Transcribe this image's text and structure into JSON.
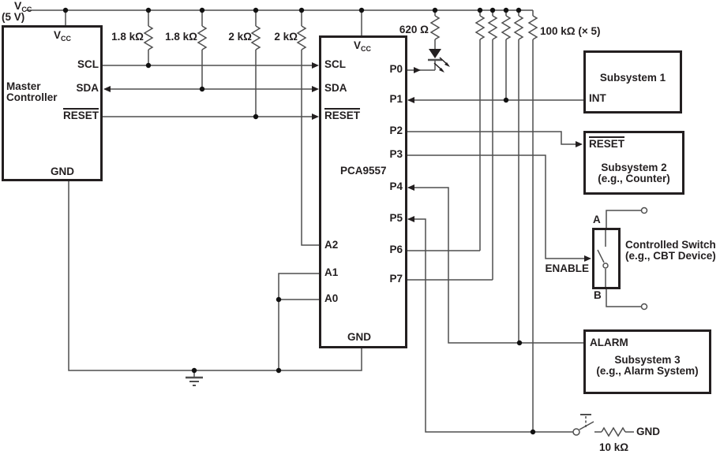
{
  "power_rail": {
    "vcc": "V",
    "vcc_sub": "CC",
    "voltage": "(5 V)"
  },
  "resistors": {
    "scl_pullup": "1.8 kΩ",
    "sda_pullup": "1.8 kΩ",
    "reset_pullup": "2 kΩ",
    "a2_pullup": "2 kΩ",
    "led_resistor": "620 Ω",
    "port_pullups": "100 kΩ (× 5)",
    "switch_pulldown": "10 kΩ"
  },
  "master_controller": {
    "name_line1": "Master",
    "name_line2": "Controller",
    "pin_vcc": "V",
    "pin_vcc_sub": "CC",
    "pin_scl": "SCL",
    "pin_sda": "SDA",
    "pin_reset": "RESET",
    "pin_gnd": "GND"
  },
  "pca9557": {
    "part_number": "PCA9557",
    "pin_vcc": "V",
    "pin_vcc_sub": "CC",
    "pin_scl": "SCL",
    "pin_sda": "SDA",
    "pin_reset": "RESET",
    "pin_p0": "P0",
    "pin_p1": "P1",
    "pin_p2": "P2",
    "pin_p3": "P3",
    "pin_p4": "P4",
    "pin_p5": "P5",
    "pin_p6": "P6",
    "pin_p7": "P7",
    "pin_a2": "A2",
    "pin_a1": "A1",
    "pin_a0": "A0",
    "pin_gnd": "GND"
  },
  "subsystem1": {
    "title": "Subsystem 1",
    "pin_int": "INT"
  },
  "subsystem2": {
    "pin_reset": "RESET",
    "title": "Subsystem 2",
    "subtitle": "(e.g., Counter)"
  },
  "controlled_switch": {
    "terminal_a": "A",
    "terminal_b": "B",
    "pin_enable": "ENABLE",
    "title": "Controlled Switch",
    "subtitle": "(e.g., CBT Device)"
  },
  "subsystem3": {
    "pin_alarm": "ALARM",
    "title": "Subsystem 3",
    "subtitle": "(e.g., Alarm System)"
  },
  "switch_branch": {
    "gnd": "GND"
  }
}
